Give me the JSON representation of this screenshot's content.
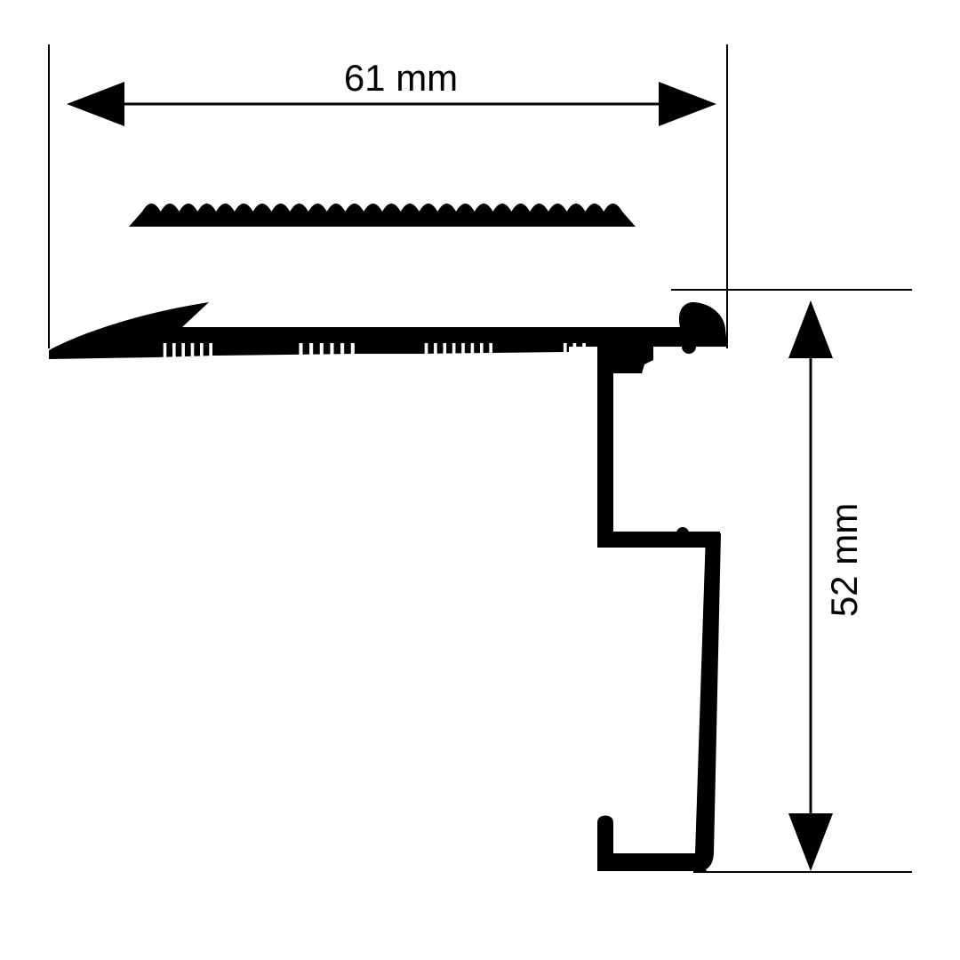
{
  "dimensions": {
    "width_label": "61 mm",
    "height_label": "52 mm"
  },
  "colors": {
    "profile": "#000000",
    "background": "#ffffff"
  },
  "serration_teeth": 26
}
